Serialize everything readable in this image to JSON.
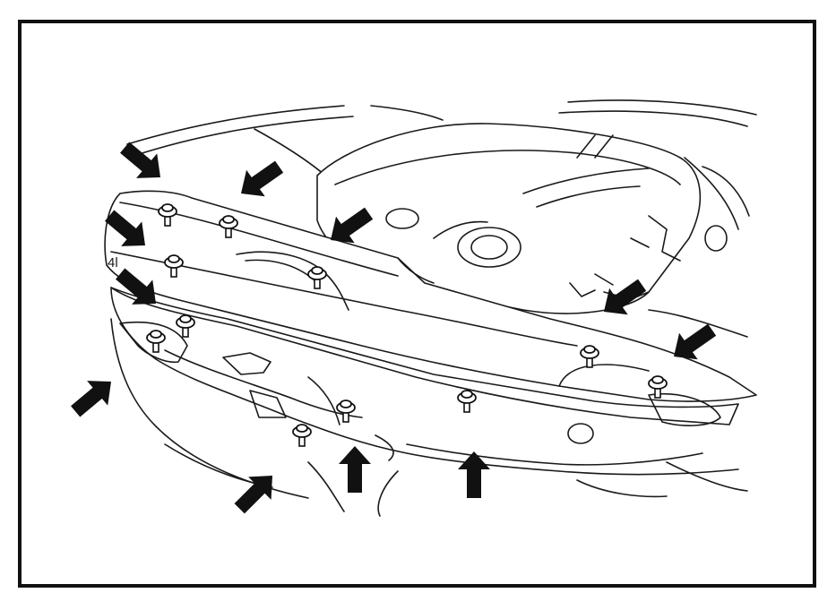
{
  "figure": {
    "callout_label": "4l",
    "colors": {
      "line": "#1a1a1a",
      "arrow": "#111111",
      "background": "#ffffff",
      "frame": "#111111"
    },
    "clip_count": 12,
    "arrow_count": 12
  }
}
